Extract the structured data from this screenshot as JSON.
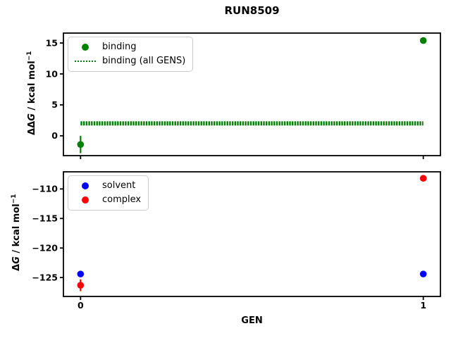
{
  "figure_title": "RUN8509",
  "colors": {
    "binding": "#008000",
    "solvent": "#0000ff",
    "complex": "#ff0000",
    "axis": "#000000",
    "legend_border": "#cccccc"
  },
  "chart_data": [
    {
      "type": "scatter",
      "title": "RUN8509",
      "ylabel": "ΔΔG / kcal mol⁻¹",
      "ylabel_parts": {
        "prefix": "ΔΔ",
        "var": "G",
        "rest": " / kcal mol",
        "sup": "−1"
      },
      "xlabel": "",
      "xlim": [
        -0.05,
        1.05
      ],
      "ylim": [
        -3.2,
        16.6
      ],
      "yticks": [
        0,
        5,
        10,
        15
      ],
      "xticks": [
        0,
        1
      ],
      "xticklabels": [
        "",
        ""
      ],
      "grid": false,
      "legend_position": "upper-left",
      "series": [
        {
          "name": "binding",
          "kind": "scatter",
          "color": "#008000",
          "points": [
            {
              "x": 0,
              "y": -1.4,
              "yerr": 1.4
            },
            {
              "x": 1,
              "y": 15.4
            }
          ]
        },
        {
          "name": "binding (all GENS)",
          "kind": "hline",
          "style": "dotted",
          "color": "#008000",
          "y": 2.0,
          "x0": 0,
          "x1": 1
        }
      ]
    },
    {
      "type": "scatter",
      "title": "",
      "ylabel": "ΔG / kcal mol⁻¹",
      "ylabel_parts": {
        "prefix": "Δ",
        "var": "G",
        "rest": " / kcal mol",
        "sup": "−1"
      },
      "xlabel": "GEN",
      "xlim": [
        -0.05,
        1.05
      ],
      "ylim": [
        -128.2,
        -107.1
      ],
      "yticks": [
        -125,
        -120,
        -115,
        -110
      ],
      "xticks": [
        0,
        1
      ],
      "xticklabels": [
        "0",
        "1"
      ],
      "grid": false,
      "legend_position": "upper-left",
      "series": [
        {
          "name": "solvent",
          "kind": "scatter",
          "color": "#0000ff",
          "points": [
            {
              "x": 0,
              "y": -124.4,
              "yerr": 0.4
            },
            {
              "x": 1,
              "y": -124.4
            }
          ]
        },
        {
          "name": "complex",
          "kind": "scatter",
          "color": "#ff0000",
          "points": [
            {
              "x": 0,
              "y": -126.3,
              "yerr": 1.0
            },
            {
              "x": 1,
              "y": -108.2
            }
          ]
        }
      ]
    }
  ]
}
